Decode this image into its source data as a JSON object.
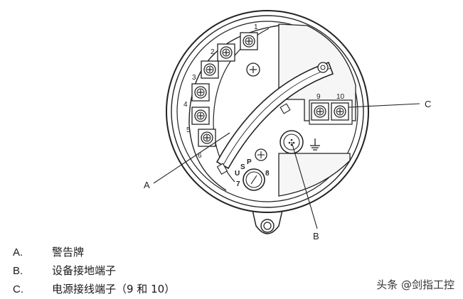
{
  "terminals": {
    "left": [
      "1",
      "2",
      "3",
      "4",
      "5",
      "6"
    ],
    "power": [
      "9",
      "10"
    ],
    "usp": [
      "U",
      "S",
      "P"
    ],
    "usp_side": [
      "7",
      "8"
    ]
  },
  "callouts": {
    "a": "A",
    "b": "B",
    "c": "C"
  },
  "legend": [
    {
      "key": "A.",
      "text": "警告牌"
    },
    {
      "key": "B.",
      "text": "设备接地端子"
    },
    {
      "key": "C.",
      "text": "电源接线端子（9 和 10）"
    }
  ],
  "watermark": "头条 @剑指工控"
}
